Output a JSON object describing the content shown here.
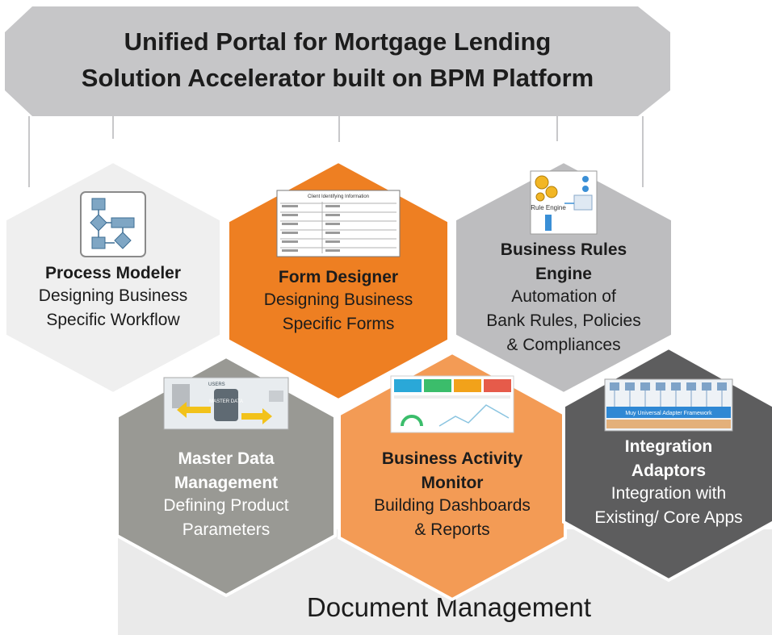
{
  "header": {
    "line1": "Unified Portal for Mortgage Lending",
    "line2": "Solution Accelerator built on BPM Platform"
  },
  "footer": {
    "label": "Document Management"
  },
  "hexes": [
    {
      "id": "process-modeler",
      "icon": "flowchart-icon",
      "fill": "#efefef",
      "text_color": "#1c1c1c",
      "title": [
        "Process Modeler"
      ],
      "desc": [
        "Designing Business",
        "Specific Workflow"
      ]
    },
    {
      "id": "form-designer",
      "icon": "form-thumbnail-icon",
      "fill": "#ee7f22",
      "text_color": "#1c1c1c",
      "title": [
        "Form Designer"
      ],
      "desc": [
        "Designing Business",
        "Specific Forms"
      ]
    },
    {
      "id": "business-rules-engine",
      "icon": "rule-engine-icon",
      "fill": "#bdbdbf",
      "text_color": "#1c1c1c",
      "title": [
        "Business Rules",
        "Engine"
      ],
      "desc": [
        "Automation of",
        "Bank Rules, Policies",
        "& Compliances"
      ]
    },
    {
      "id": "master-data-management",
      "icon": "master-data-icon",
      "fill": "#999994",
      "text_color": "#ffffff",
      "title": [
        "Master Data",
        "Management"
      ],
      "desc": [
        "Defining Product",
        "Parameters"
      ]
    },
    {
      "id": "business-activity-monitor",
      "icon": "dashboard-icon",
      "fill": "#f39b55",
      "text_color": "#1c1c1c",
      "title": [
        "Business Activity",
        "Monitor"
      ],
      "desc": [
        "Building Dashboards",
        "& Reports"
      ]
    },
    {
      "id": "integration-adaptors",
      "icon": "adapter-framework-icon",
      "fill": "#5d5d5e",
      "text_color": "#ffffff",
      "title": [
        "Integration",
        "Adaptors"
      ],
      "desc": [
        "Integration with",
        "Existing/ Core Apps"
      ]
    }
  ],
  "icon_text": {
    "rule_engine": "Rule Engine",
    "master_data": "MASTER DATA",
    "users": "USERS",
    "adapter_framework": "Muy Universal Adapter Framework",
    "form_header": "Client Identifying Information"
  }
}
